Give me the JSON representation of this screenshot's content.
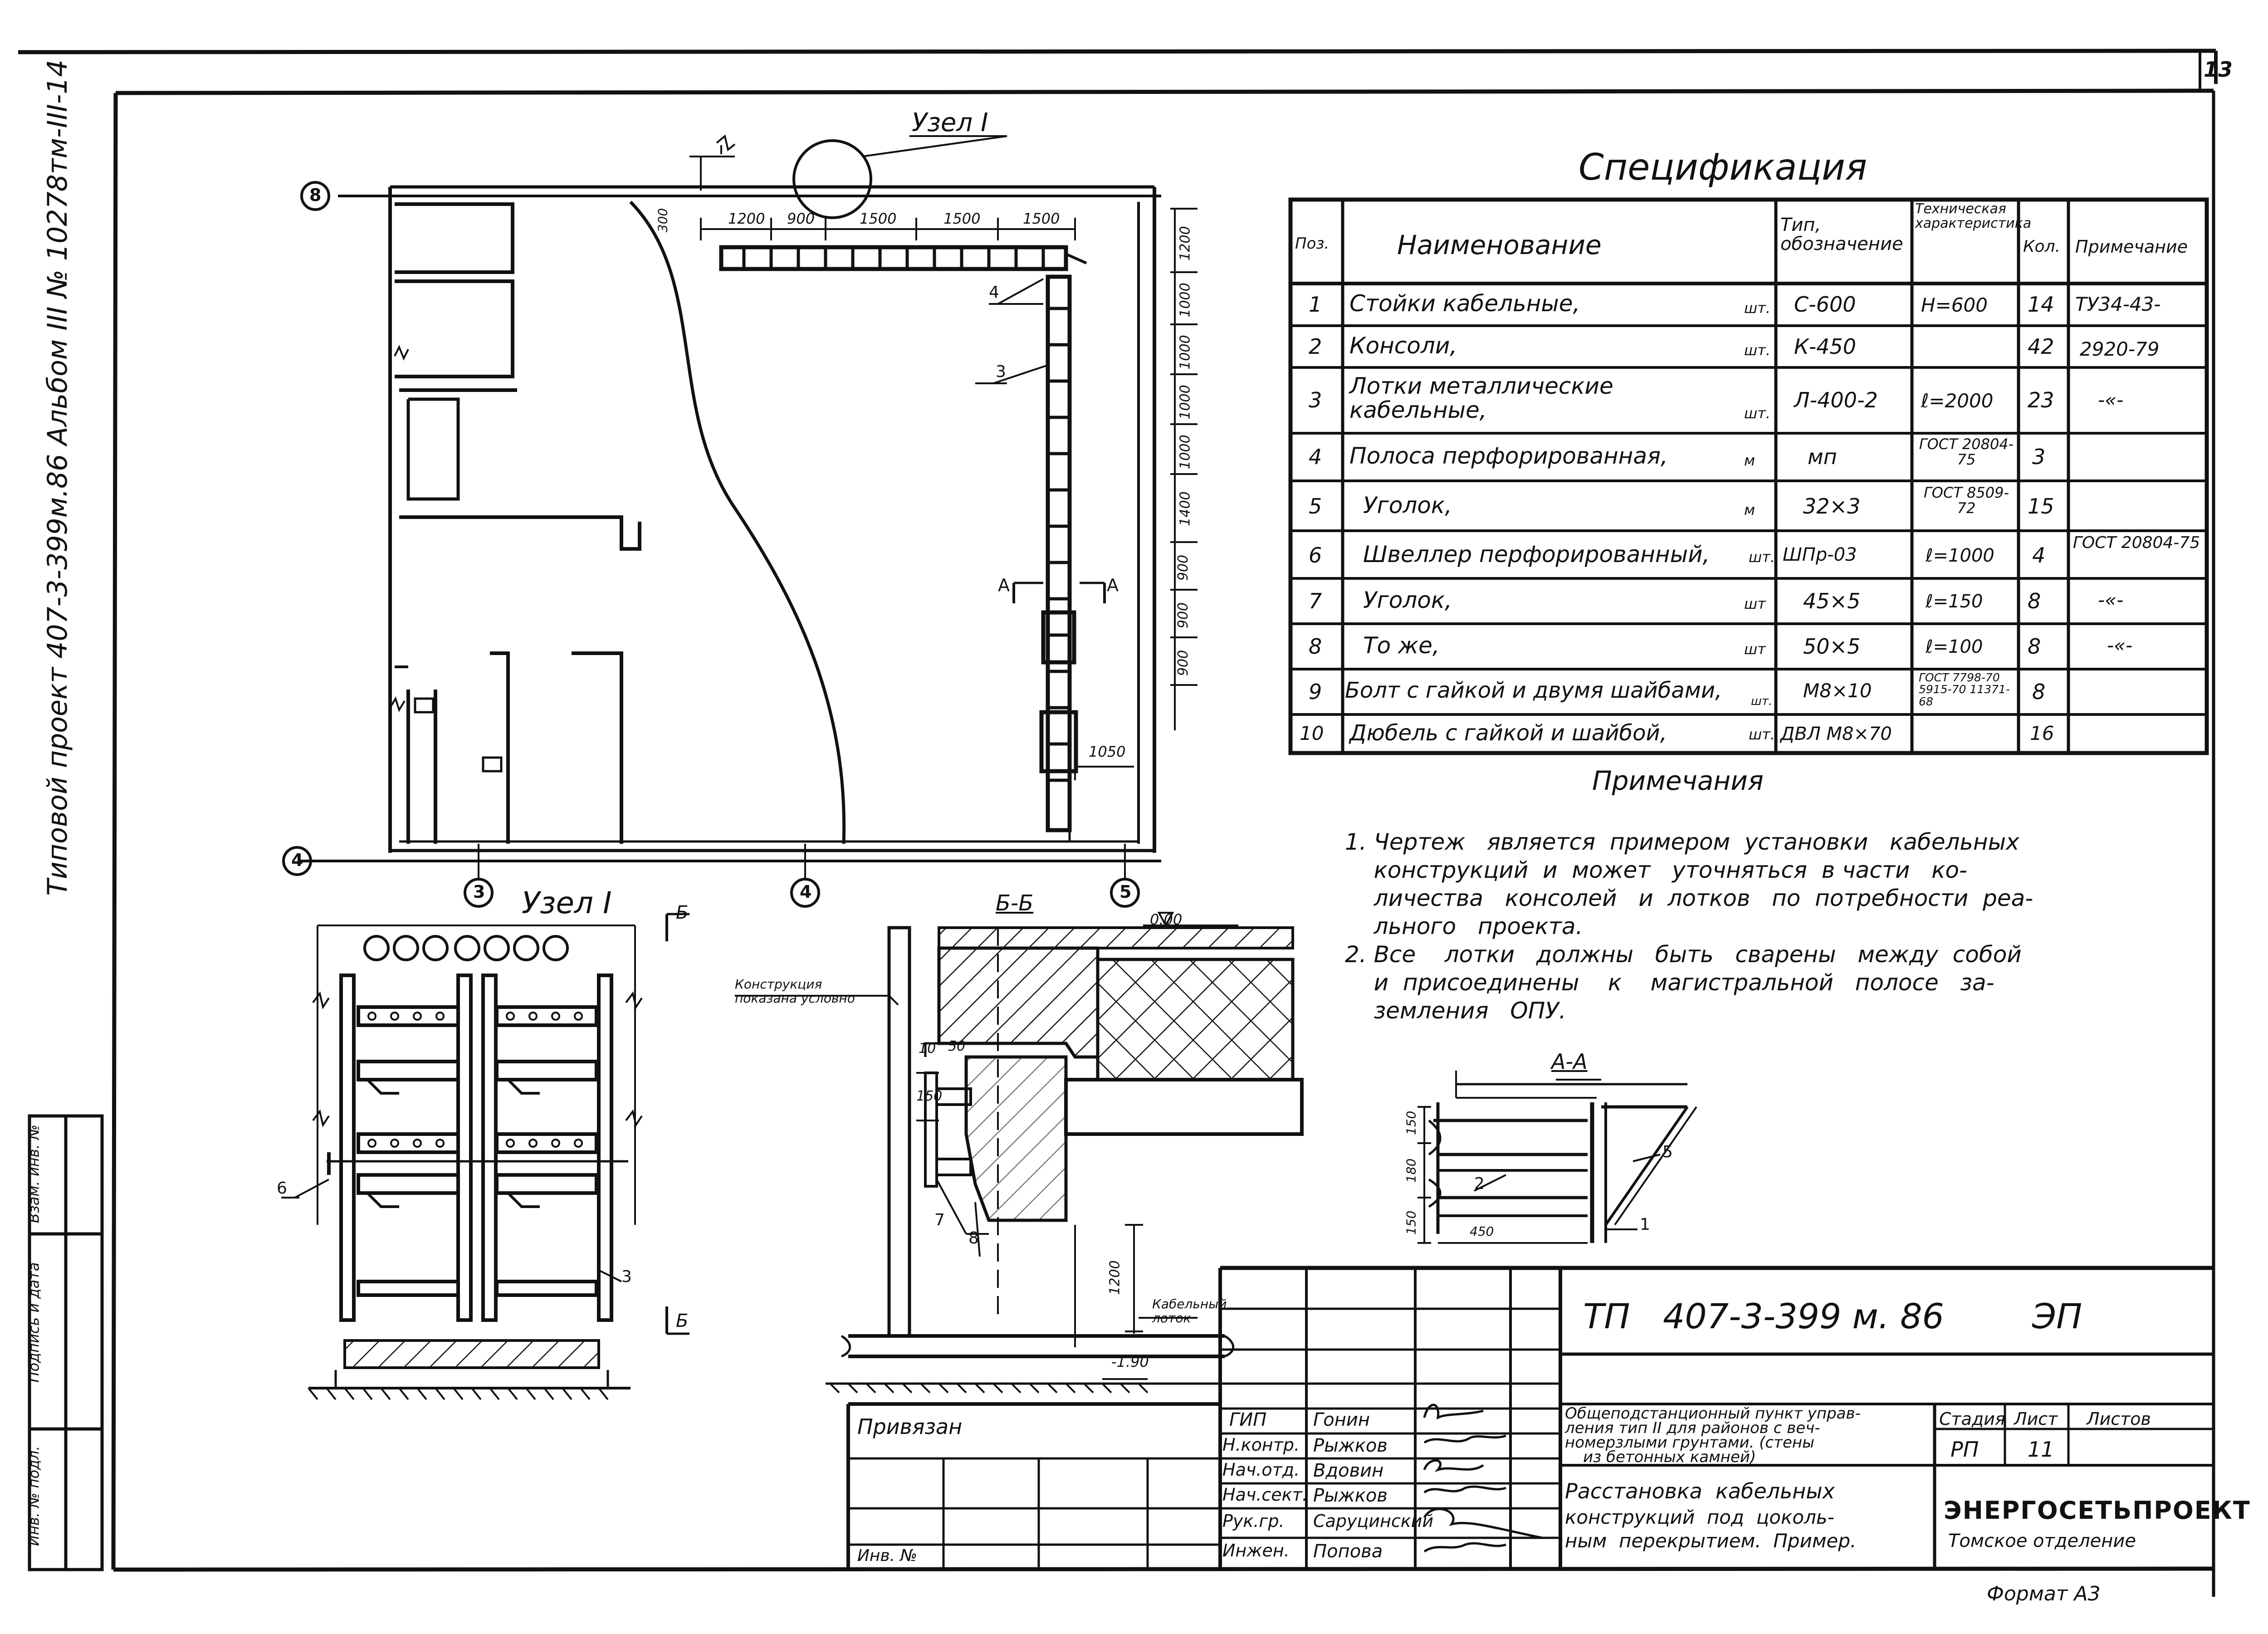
{
  "sheet_number": "13",
  "side_inscription": "Типовой проект 407-3-399м.86 Альбом III № 10278тм-III-14",
  "left_stamp": {
    "col1": "Инв. № подл.",
    "col2": "Подпись и дата",
    "col3": "Взам. инв. №"
  },
  "plan": {
    "node_callout": "Узел I",
    "axis_top": "8",
    "axis_bottom": "4",
    "axis_marks": [
      "3",
      "4",
      "5"
    ],
    "dims_top": [
      "1200",
      "900",
      "1500",
      "1500",
      "1500"
    ],
    "dims_right": [
      "1200",
      "1000",
      "1000",
      "1000",
      "1000",
      "1400",
      "900",
      "900",
      "900"
    ],
    "dim_left_top": "300",
    "dim_bottom": "1050",
    "leaders": [
      "4",
      "3"
    ],
    "section_mark": "А"
  },
  "spec": {
    "title": "Спецификация",
    "headers": {
      "pos": "Поз.",
      "name": "Наименование",
      "type": "Тип, обозначение",
      "tech": "Техническая характеристика",
      "qty": "Кол.",
      "note": "Примечание"
    },
    "rows": [
      {
        "pos": "1",
        "name": "Стойки кабельные,",
        "unit": "шт.",
        "type": "С-600",
        "tech": "Н=600",
        "qty": "14",
        "note": "ТУ34-43-"
      },
      {
        "pos": "2",
        "name": "Консоли,",
        "unit": "шт.",
        "type": "К-450",
        "tech": "",
        "qty": "42",
        "note": "2920-79"
      },
      {
        "pos": "3",
        "name": "Лотки металлические кабельные,",
        "unit": "шт.",
        "type": "Л-400-2",
        "tech": "ℓ=2000",
        "qty": "23",
        "note": "-«-"
      },
      {
        "pos": "4",
        "name": "Полоса перфорированная,",
        "unit": "м",
        "type": "мп",
        "tech": "ГОСТ 20804-75",
        "qty": "3",
        "note": ""
      },
      {
        "pos": "5",
        "name": "Уголок,",
        "unit": "м",
        "type": "32×3",
        "tech": "ГОСТ 8509-72",
        "qty": "15",
        "note": ""
      },
      {
        "pos": "6",
        "name": "Швеллер перфорированный,",
        "unit": "шт.",
        "type": "ШПр-03",
        "tech": "ℓ=1000",
        "qty": "4",
        "note": "ГОСТ 20804-75"
      },
      {
        "pos": "7",
        "name": "Уголок,",
        "unit": "шт",
        "type": "45×5",
        "tech": "ℓ=150",
        "qty": "8",
        "note": "-«-"
      },
      {
        "pos": "8",
        "name": "То же,",
        "unit": "шт",
        "type": "50×5",
        "tech": "ℓ=100",
        "qty": "8",
        "note": "-«-"
      },
      {
        "pos": "9",
        "name": "Болт с гайкой и двумя шайбами,",
        "unit": "шт.",
        "type": "М8×10",
        "tech": "ГОСТ 7798-70 5915-70 11371-68",
        "qty": "8",
        "note": ""
      },
      {
        "pos": "10",
        "name": "Дюбель с гайкой и шайбой,",
        "unit": "шт.",
        "type": "ДВЛ М8×70",
        "tech": "",
        "qty": "16",
        "note": ""
      }
    ]
  },
  "notes": {
    "title": "Примечания",
    "items": [
      "1. Чертеж является примером установки кабельных конструкций и может уточняться в части количества консолей и лотков по потребности реального проекта.",
      "2. Все лотки должны быть сварены между собой и присоединены к магистральной полосе заземления ОПУ."
    ],
    "lines": [
      "1. Чертеж   является  примером  установки   кабельных",
      "    конструкций  и  может   уточняться  в части   ко-",
      "    личества   консолей   и  лотков   по  потребности  реа-",
      "    льного   проекта.",
      "2. Все    лотки   должны   быть   сварены   между  собой",
      "    и  присоединены    к    магистральной   полосе   за-",
      "    земления   ОПУ."
    ]
  },
  "node_detail": {
    "title": "Узел I",
    "section_mark": "Б",
    "leaders": [
      "6",
      "3"
    ]
  },
  "section_bb": {
    "title": "Б-Б",
    "elev_top": "0.00",
    "elev_bottom": "-1.90",
    "label_top": "Конструкция показана условно",
    "label_bottom": "Кабельный лоток",
    "dims": [
      "10",
      "50",
      "150",
      "1200"
    ],
    "leaders": [
      "7",
      "8"
    ]
  },
  "section_aa": {
    "title": "А-А",
    "dims_left": [
      "150",
      "180",
      "150"
    ],
    "dim_bottom": "450",
    "leaders": [
      "5",
      "2",
      "1"
    ]
  },
  "title_block": {
    "code": "ТП   407-3-399 м. 86",
    "mark": "ЭП",
    "bound_label": "Привязан",
    "inv_label": "Инв. №",
    "roles": [
      "ГИП",
      "Н.контр.",
      "Нач.отд.",
      "Нач.сект.",
      "Рук.гр.",
      "Инжен."
    ],
    "names": [
      "Гонин",
      "Рыжков",
      "Вдовин",
      "Рыжков",
      "Саруцинский",
      "Попова"
    ],
    "object": "Общеподстанционный пункт управления тип II для районов с вечномерзлыми грунтами. (стены из бетонных камней)",
    "object_lines": [
      "Общеподстанционный пункт управ-",
      "ления тип II для районов с веч-",
      "номерзлыми грунтами. (стены",
      "из бетонных камней)"
    ],
    "sheet_title": "Расстановка кабельных конструкций под цокольным перекрытием. Пример.",
    "sheet_title_lines": [
      "Расстановка  кабельных",
      "конструкций  под  цоколь-",
      "ным  перекрытием.  Пример."
    ],
    "stage_label": "Стадия",
    "sheet_label": "Лист",
    "sheets_label": "Листов",
    "stage": "РП",
    "sheet": "11",
    "sheets": "",
    "org": "ЭНЕРГОСЕТЬПРОЕКТ",
    "dept": "Томское отделение"
  },
  "format": "Формат А3"
}
